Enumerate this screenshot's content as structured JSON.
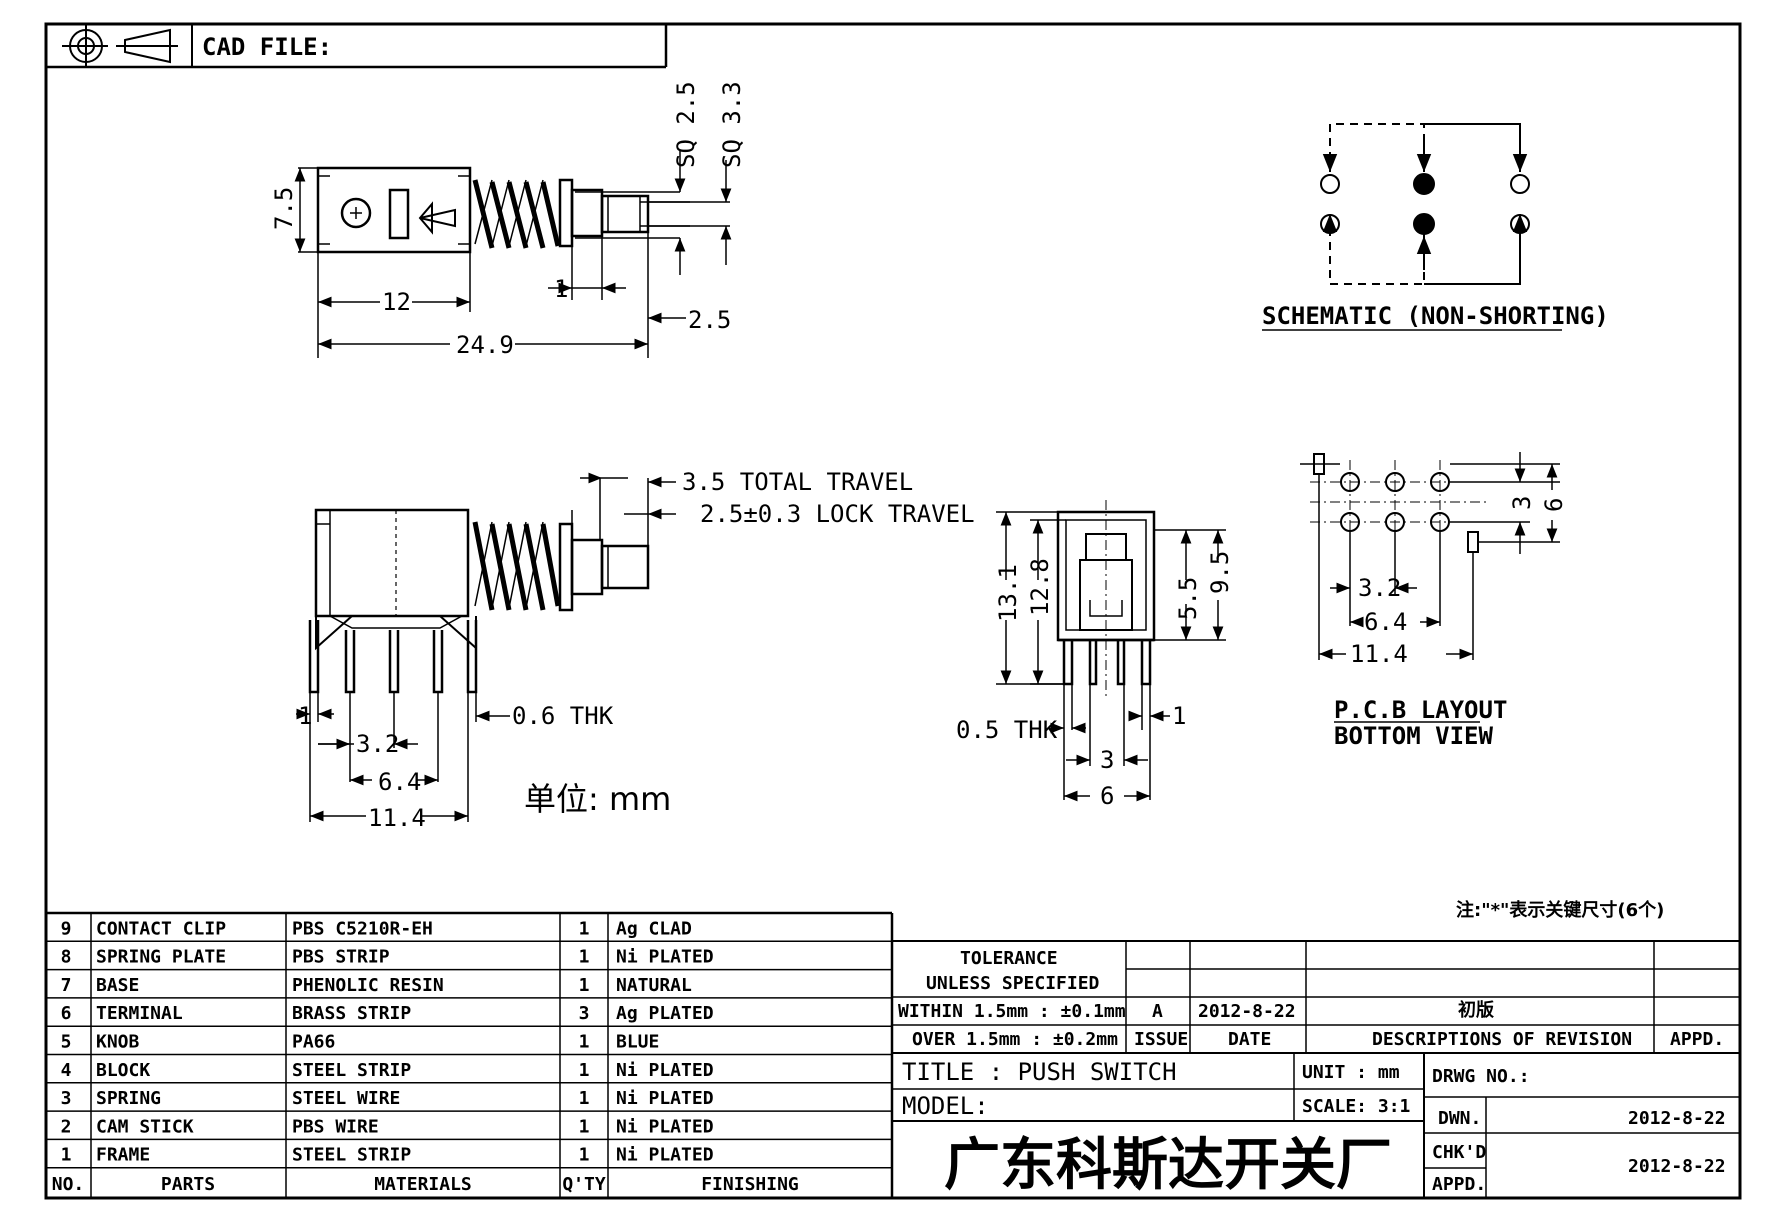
{
  "header": {
    "cad_file_label": "CAD FILE:"
  },
  "side_view": {
    "dims": {
      "sq1": "SQ 2.5",
      "sq2": "SQ 3.3",
      "height": "7.5",
      "d12": "12",
      "d1": "1",
      "d25": "2.5",
      "d249": "24.9"
    }
  },
  "front_view": {
    "dims": {
      "total_travel": "3.5 TOTAL TRAVEL",
      "lock_travel": "2.5±0.3 LOCK TRAVEL",
      "d1": "1",
      "thk": "0.6 THK",
      "d32": "3.2",
      "d64": "6.4",
      "d114": "11.4",
      "unit": "单位: mm"
    }
  },
  "end_view": {
    "dims": {
      "d131": "13.1",
      "d128": "12.8",
      "d55": "5.5",
      "d95": "9.5",
      "thk": "0.5 THK",
      "d1": "1",
      "d3": "3",
      "d6": "6"
    }
  },
  "schematic": {
    "label": "SCHEMATIC (NON-SHORTING)"
  },
  "pcb_layout": {
    "dims": {
      "d3": "3",
      "d6": "6",
      "d32": "3.2",
      "d64": "6.4",
      "d114": "11.4"
    },
    "title": "P.C.B LAYOUT",
    "subtitle": "BOTTOM VIEW"
  },
  "note": "注:\"*\"表示关键尺寸(6个)",
  "bom": {
    "header": {
      "no": "NO.",
      "parts": "PARTS",
      "materials": "MATERIALS",
      "qty": "Q'TY",
      "finishing": "FINISHING"
    },
    "rows": [
      {
        "no": "9",
        "part": "CONTACT CLIP",
        "material": "PBS C5210R-EH",
        "qty": "1",
        "finishing": "Ag CLAD"
      },
      {
        "no": "8",
        "part": "SPRING PLATE",
        "material": "PBS STRIP",
        "qty": "1",
        "finishing": "Ni PLATED"
      },
      {
        "no": "7",
        "part": "BASE",
        "material": "PHENOLIC RESIN",
        "qty": "1",
        "finishing": "NATURAL"
      },
      {
        "no": "6",
        "part": "TERMINAL",
        "material": "BRASS STRIP",
        "qty": "3",
        "finishing": "Ag PLATED"
      },
      {
        "no": "5",
        "part": "KNOB",
        "material": "PA66",
        "qty": "1",
        "finishing": "BLUE"
      },
      {
        "no": "4",
        "part": "BLOCK",
        "material": "STEEL STRIP",
        "qty": "1",
        "finishing": "Ni PLATED"
      },
      {
        "no": "3",
        "part": "SPRING",
        "material": "STEEL WIRE",
        "qty": "1",
        "finishing": "Ni PLATED"
      },
      {
        "no": "2",
        "part": "CAM STICK",
        "material": "PBS WIRE",
        "qty": "1",
        "finishing": "Ni PLATED"
      },
      {
        "no": "1",
        "part": "FRAME",
        "material": "STEEL STRIP",
        "qty": "1",
        "finishing": "Ni PLATED"
      }
    ]
  },
  "tolerance": {
    "line1": "TOLERANCE",
    "line2": "UNLESS  SPECIFIED",
    "line3": "WITHIN 1.5mm : ±0.1mm",
    "line4": "OVER 1.5mm : ±0.2mm"
  },
  "revision": {
    "issue_value": "A",
    "date_value": "2012-8-22",
    "desc_value": "初版",
    "issue_label": "ISSUE",
    "date_label": "DATE",
    "desc_label": "DESCRIPTIONS OF REVISION",
    "appd_label": "APPD."
  },
  "title_block": {
    "title": "TITLE : PUSH SWITCH",
    "model": "MODEL:",
    "unit": "UNIT :  mm",
    "scale": "SCALE:  3:1",
    "drwg_no": "DRWG NO.:",
    "company": "广东科斯达开关厂",
    "dwn_label": "DWN.",
    "dwn_date": "2012-8-22",
    "chkd_label": "CHK'D",
    "appd_label": "APPD.",
    "chkd_date": "2012-8-22"
  }
}
